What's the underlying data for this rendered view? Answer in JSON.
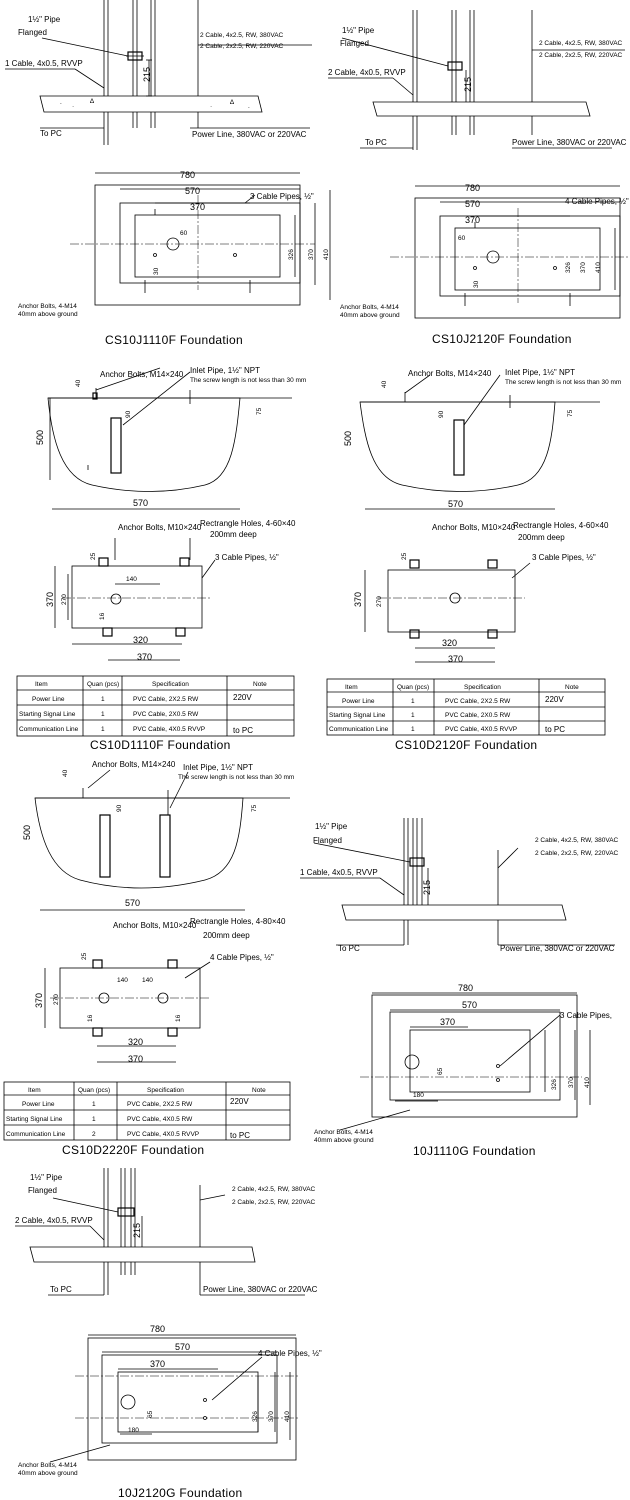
{
  "labels": {
    "pipe_flanged_a": "1½\" Pipe",
    "pipe_flanged_b": "Flanged",
    "cable_rvvp": "1 Cable, 4x0.5, RVVP",
    "cable_rvvp_2": "2 Cable, 4x0.5, RVVP",
    "cable_380": "2 Cable, 4x2.5, RW, 380VAC",
    "cable_220": "2 Cable, 2x2.5, RW, 220VAC",
    "to_pc": "To PC",
    "power_line": "Power Line, 380VAC or 220VAC",
    "anchor_m14_a": "Anchor Bolts, 4-M14",
    "anchor_m14_b": "40mm above ground",
    "three_cable_pipes": "3 Cable Pipes, ½\"",
    "three_cable_pipes_plain": "3 Cable Pipes,",
    "four_cable_pipes": "4 Cable Pipes, ½\"",
    "anchor_m14x240": "Anchor Bolts, M14×240",
    "inlet_pipe": "Inlet Pipe, 1½\" NPT",
    "screw_note": "The screw length is not less than 30 mm",
    "anchor_m10x240": "Anchor Bolts, M10×240",
    "rect_holes": "Rectrangle Holes, 4-60×40",
    "rect_holes_80": "Rectrangle Holes, 4-80×40",
    "deep_200": "200mm deep"
  },
  "dims": {
    "d215": "215",
    "d780": "780",
    "d570": "570",
    "d370": "370",
    "d60": "60",
    "d30": "30",
    "d326": "326",
    "d410": "410",
    "d40": "40",
    "d90": "90",
    "d75": "75",
    "d500": "500",
    "d25": "25",
    "d140": "140",
    "d270": "270",
    "d16": "16",
    "d320": "320",
    "d65": "65",
    "d180": "180"
  },
  "captions": {
    "cs10j1110f": "CS10J1110F Foundation",
    "cs10j2120f": "CS10J2120F Foundation",
    "cs10d1110f": "CS10D1110F Foundation",
    "cs10d2120f": "CS10D2120F Foundation",
    "cs10d2220f": "CS10D2220F Foundation",
    "j1110g": "10J1110G Foundation",
    "j2120g": "10J2120G Foundation"
  },
  "table_headers": [
    "Item",
    "Quan (pcs)",
    "Specification",
    "Note"
  ],
  "table_d1110f": [
    {
      "item": "Power Line",
      "quan": "1",
      "spec": "PVC Cable, 2X2.5 RW",
      "note": "220V"
    },
    {
      "item": "Starting Signal Line",
      "quan": "1",
      "spec": "PVC Cable, 2X0.5 RW",
      "note": ""
    },
    {
      "item": "Communication Line",
      "quan": "1",
      "spec": "PVC Cable, 4X0.5 RVVP",
      "note": "to PC"
    }
  ],
  "table_d2120f": [
    {
      "item": "Power Line",
      "quan": "1",
      "spec": "PVC Cable, 2X2.5 RW",
      "note": "220V"
    },
    {
      "item": "Starting Signal Line",
      "quan": "1",
      "spec": "PVC Cable, 2X0.5 RW",
      "note": ""
    },
    {
      "item": "Communication Line",
      "quan": "1",
      "spec": "PVC Cable, 4X0.5 RVVP",
      "note": "to PC"
    }
  ],
  "table_d2220f": [
    {
      "item": "Power Line",
      "quan": "1",
      "spec": "PVC Cable, 2X2.5 RW",
      "note": "220V"
    },
    {
      "item": "Starting Signal Line",
      "quan": "1",
      "spec": "PVC Cable, 4X0.5 RW",
      "note": ""
    },
    {
      "item": "Communication Line",
      "quan": "2",
      "spec": "PVC Cable, 4X0.5 RVVP",
      "note": "to PC"
    }
  ]
}
